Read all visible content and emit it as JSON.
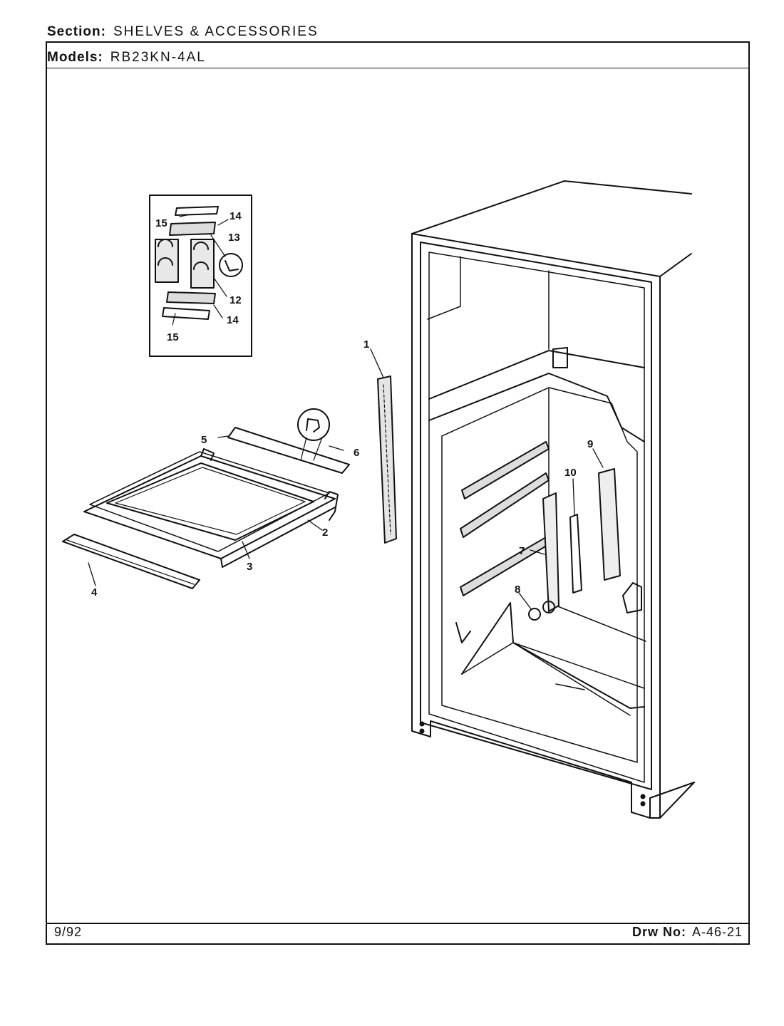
{
  "header": {
    "section_label": "Section:",
    "section_value": "SHELVES & ACCESSORIES",
    "models_label": "Models:",
    "models_value": "RB23KN-4AL"
  },
  "footer": {
    "date": "9/92",
    "drawing_label": "Drw No:",
    "drawing_number": "A-46-21"
  },
  "callouts": {
    "c1": "1",
    "c2": "2",
    "c3": "3",
    "c4": "4",
    "c5": "5",
    "c6": "6",
    "c7": "7",
    "c8": "8",
    "c9": "9",
    "c10": "10",
    "c12": "12",
    "c13": "13",
    "c14a": "14",
    "c14b": "14",
    "c15a": "15",
    "c15b": "15"
  }
}
